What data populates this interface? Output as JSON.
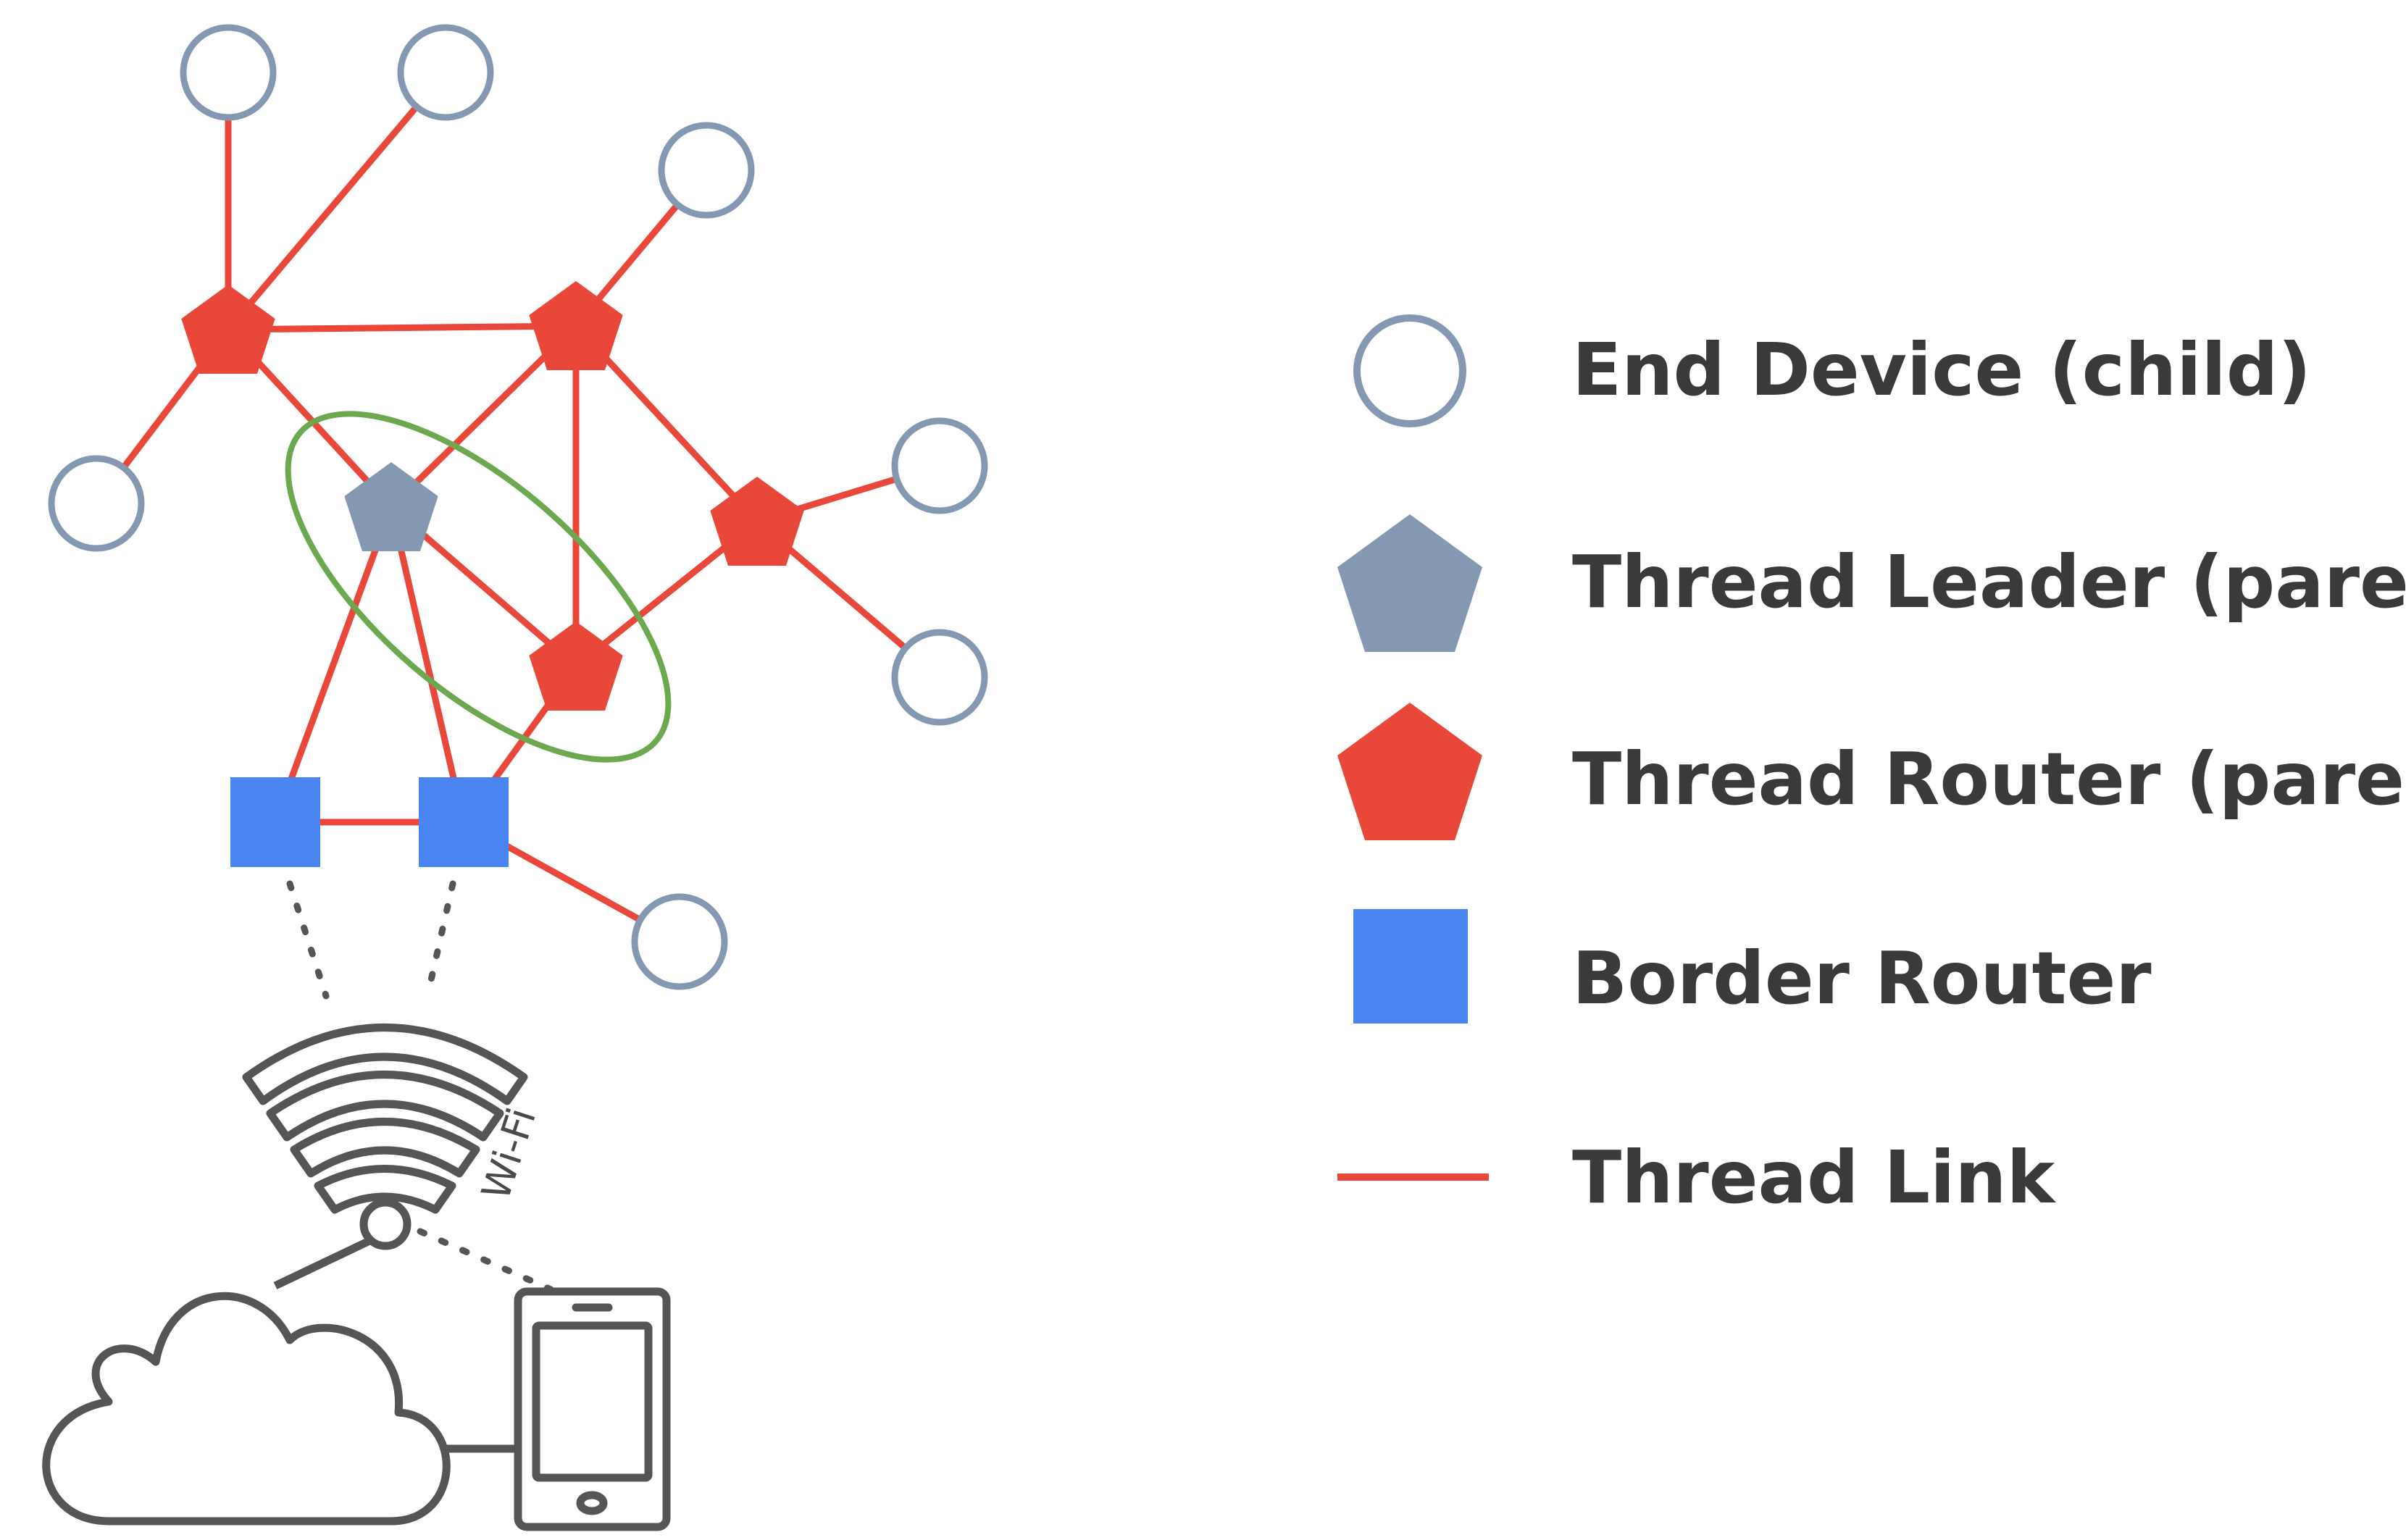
{
  "colors": {
    "link": "#E8473A",
    "router": "#E8473A",
    "leader": "#8499B1",
    "end_device_stroke": "#8499B1",
    "border_router": "#4A84F0",
    "ellipse": "#6BA84F",
    "infra": "#555555"
  },
  "wifi_label": "Wi-Fi",
  "legend": [
    {
      "key": "end-device",
      "label": "End Device (child)",
      "icon": "circle-icon"
    },
    {
      "key": "thread-leader",
      "label": "Thread Leader (parent)",
      "icon": "pentagon-icon"
    },
    {
      "key": "thread-router",
      "label": "Thread Router (parent)",
      "icon": "pentagon-icon"
    },
    {
      "key": "border-router",
      "label": "Border Router",
      "icon": "square-icon"
    },
    {
      "key": "thread-link",
      "label": "Thread Link",
      "icon": "line-icon"
    }
  ]
}
